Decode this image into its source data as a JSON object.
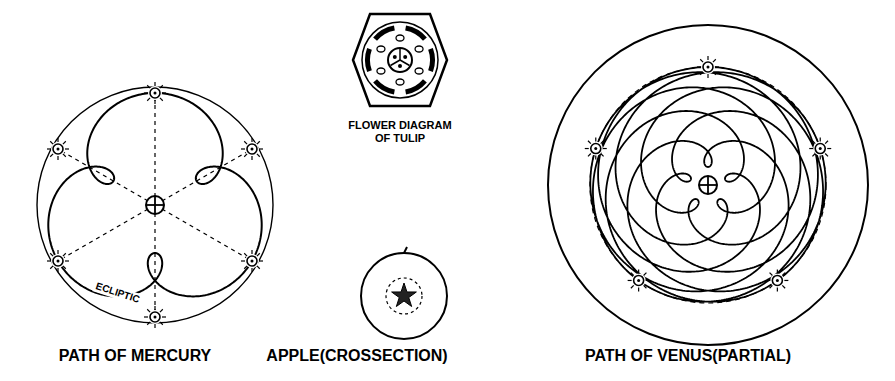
{
  "diagram": {
    "labels": [
      "ECLIPTIC",
      "FLOWER DIAGRAM OF TULIP",
      "PATH OF MERCURY",
      "APPLE(CROSSECTION)",
      "PATH OF VENUS(PARTIAL)"
    ]
  }
}
